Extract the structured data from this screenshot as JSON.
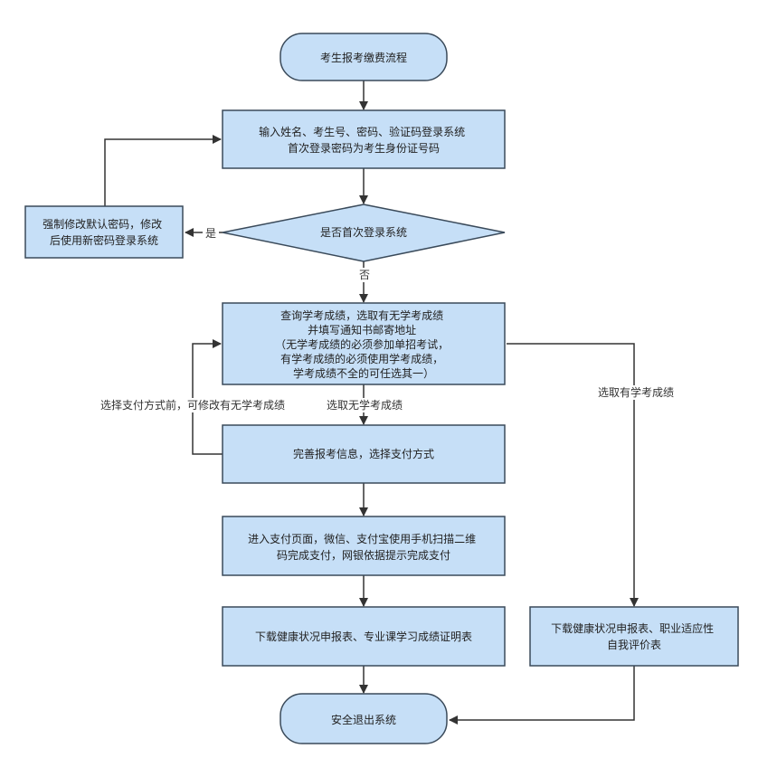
{
  "colors": {
    "node_fill": "#c6dff7",
    "node_stroke": "#3a4a5a",
    "edge": "#333333",
    "background": "#ffffff"
  },
  "nodes": {
    "start": {
      "lines": [
        "考生报考缴费流程"
      ]
    },
    "login": {
      "lines": [
        "输入姓名、考生号、密码、验证码登录系统",
        "首次登录密码为考生身份证号码"
      ]
    },
    "first_login_decision": {
      "lines": [
        "是否首次登录系统"
      ]
    },
    "change_password": {
      "lines": [
        "强制修改默认密码，修改",
        "后使用新密码登录系统"
      ]
    },
    "query_scores": {
      "lines": [
        "查询学考成绩，选取有无学考成绩",
        "并填写通知书邮寄地址",
        "（无学考成绩的必须参加单招考试，",
        "有学考成绩的必须使用学考成绩，",
        "学考成绩不全的可任选其一）"
      ]
    },
    "complete_info": {
      "lines": [
        "完善报考信息，选择支付方式"
      ]
    },
    "payment": {
      "lines": [
        "进入支付页面，微信、支付宝使用手机扫描二维",
        "码完成支付，网银依据提示完成支付"
      ]
    },
    "download_no_scores": {
      "lines": [
        "下载健康状况申报表、专业课学习成绩证明表"
      ]
    },
    "download_with_scores": {
      "lines": [
        "下载健康状况申报表、职业适应性",
        "自我评价表"
      ]
    },
    "exit": {
      "lines": [
        "安全退出系统"
      ]
    }
  },
  "edge_labels": {
    "yes": "是",
    "no": "否",
    "choose_no_scores": "选取无学考成绩",
    "choose_with_scores": "选取有学考成绩",
    "modify_before_payment": "选择支付方式前，可修改有无学考成绩"
  }
}
